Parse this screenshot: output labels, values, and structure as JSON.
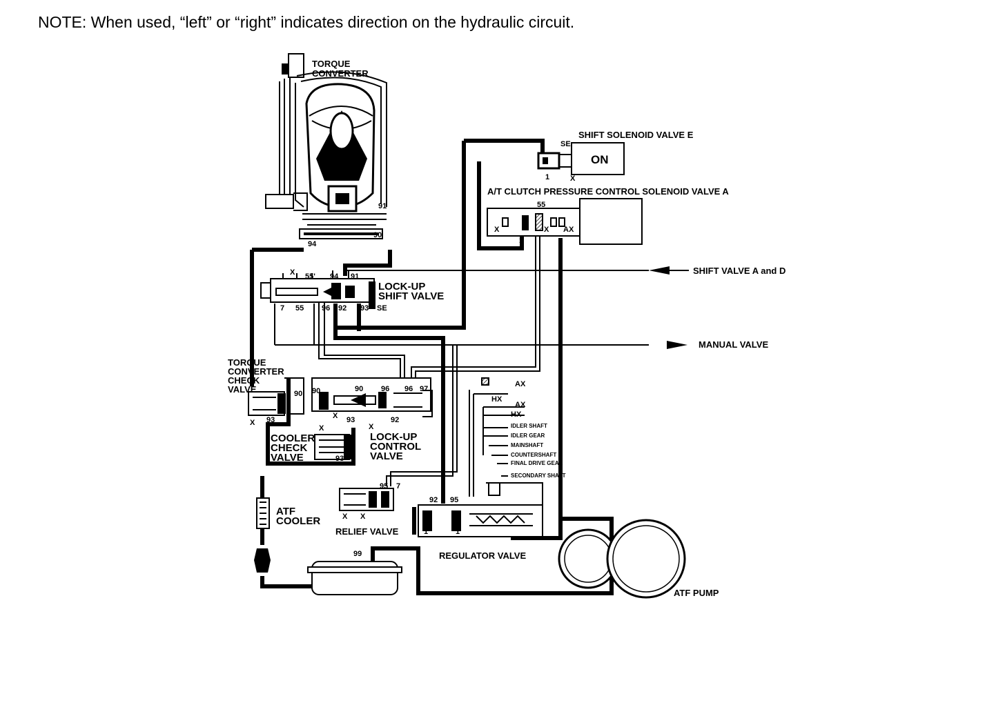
{
  "note": "NOTE: When used, “left” or “right” indicates direction on the hydraulic circuit.",
  "components": {
    "torque_converter": "TORQUE CONVERTER",
    "shift_solenoid_e": "SHIFT SOLENOID VALVE E",
    "solenoid_state": "ON",
    "at_clutch_solenoid_a": "A/T CLUTCH PRESSURE CONTROL SOLENOID VALVE A",
    "shift_valve_ad": "SHIFT VALVE A and D",
    "lockup_shift_valve": "LOCK-UP SHIFT VALVE",
    "manual_valve": "MANUAL VALVE",
    "tc_check_valve": "TORQUE CONVERTER CHECK VALVE",
    "cooler_check_valve": "COOLER CHECK VALVE",
    "lockup_control_valve": "LOCK-UP CONTROL VALVE",
    "atf_cooler": "ATF COOLER",
    "relief_valve": "RELIEF VALVE",
    "regulator_valve": "REGULATOR VALVE",
    "atf_pump": "ATF PUMP"
  },
  "lube_points": [
    "IDLER SHAFT",
    "IDLER GEAR",
    "MAINSHAFT",
    "COUNTERSHAFT",
    "FINAL DRIVE GEAR",
    "SECONDARY SHAFT"
  ],
  "port_labels": {
    "p91": "91",
    "p90": "90",
    "p94": "94",
    "p55": "55",
    "p55p": "55'",
    "p1": "1",
    "x": "X",
    "se": "SE",
    "ax": "AX",
    "hx": "HX",
    "p7": "7",
    "p96": "96",
    "p92": "92",
    "p93": "93",
    "p95": "95",
    "p97": "97",
    "p99": "99"
  }
}
